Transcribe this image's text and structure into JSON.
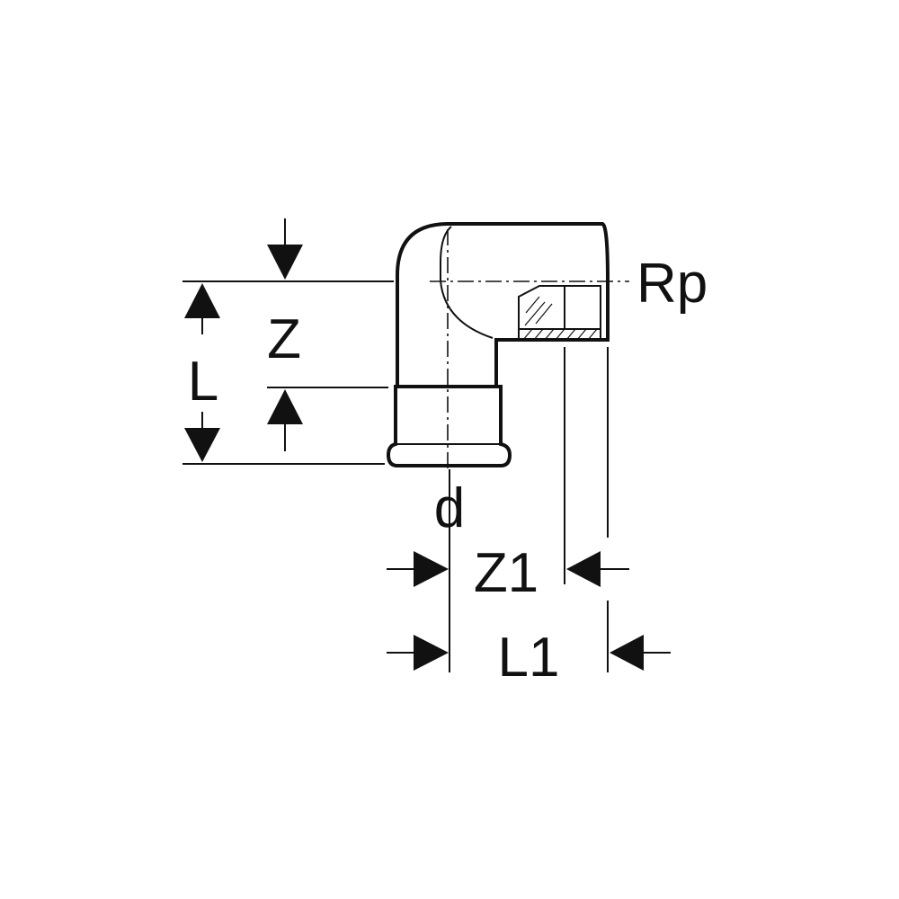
{
  "labels": {
    "z": "Z",
    "l": "L",
    "d": "d",
    "rp": "Rp",
    "z1": "Z1",
    "l1": "L1"
  }
}
